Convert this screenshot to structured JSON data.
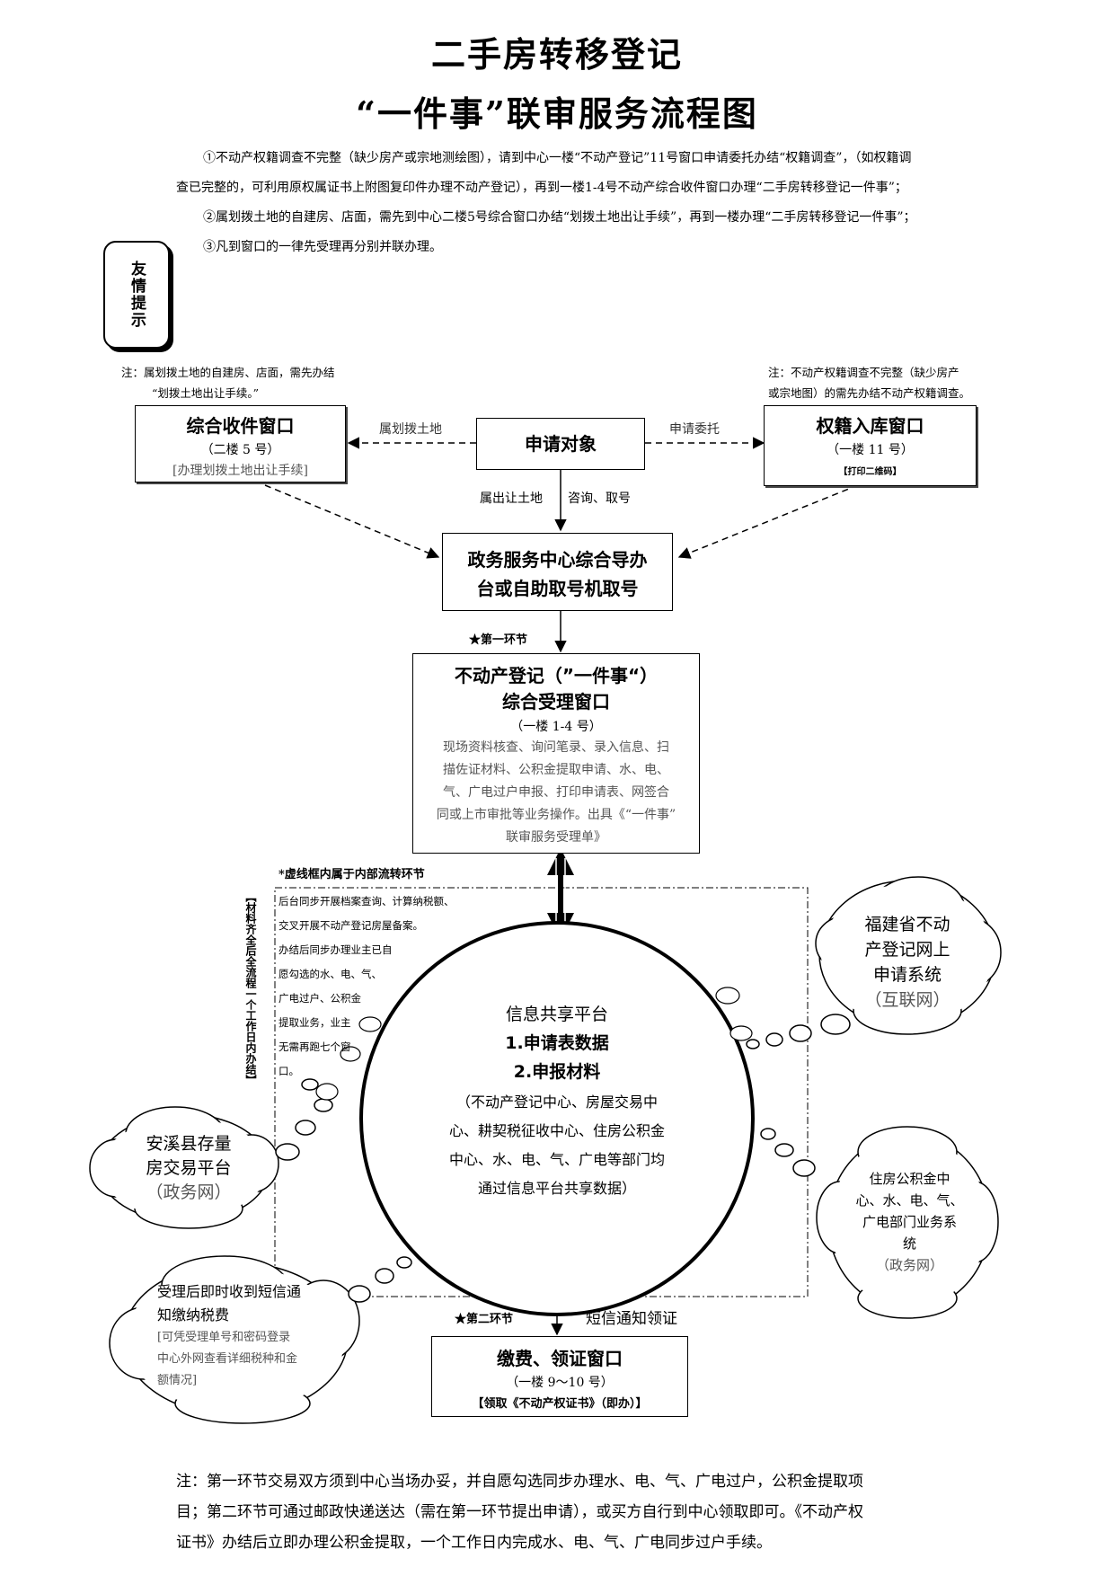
{
  "header": {
    "title_line1": "二手房转移登记",
    "title_line2": "“一件事”联审服务流程图"
  },
  "tips": {
    "line1": "①不动产权籍调查不完整（缺少房产或宗地测绘图），请到中心一楼“不动产登记”11号窗口申请委托办结“权籍调查”，（如权籍调",
    "line2": "查已完整的，可利用原权属证书上附图复印件办理不动产登记），再到一楼1-4号不动产综合收件窗口办理“二手房转移登记一件事”；",
    "line3": "②属划拨土地的自建房、店面，需先到中心二楼5号综合窗口办结“划拨土地出让手续”，再到一楼办理“二手房转移登记一件事”；",
    "line4": "③凡到窗口的一律先受理再分别并联办理。",
    "reminder_label": "友情提示"
  },
  "notes": {
    "left_line1": "注：属划拨土地的自建房、店面，需先办结",
    "left_line2": "“划拨土地出让手续。”",
    "right_line1": "注：不动产权籍调查不完整（缺少房产",
    "right_line2": "或宗地图）的需先办结不动产权籍调查。"
  },
  "nodes": {
    "applicant": "申请对象",
    "left_window": {
      "title": "综合收件窗口",
      "sub": "（二楼 5 号）",
      "desc": "[办理划拨土地出让手续]"
    },
    "right_window": {
      "title": "权籍入库窗口",
      "sub": "（一楼 11 号）",
      "desc": "【打印二维码】"
    },
    "guide_desk": {
      "line1": "政务服务中心综合导办",
      "line2": "台或自助取号机取号"
    },
    "accept_window": {
      "title1": "不动产登记（”一件事“）",
      "title2": "综合受理窗口",
      "sub": "（一楼 1-4 号）",
      "desc1": "现场资料核查、询问笔录、录入信息、扫",
      "desc2": "描佐证材料、公积金提取申请、水、电、",
      "desc3": "气、广电过户申报、打印申请表、网签合",
      "desc4": "同或上市审批等业务操作。出具《“一件事”",
      "desc5": "联审服务受理单》"
    },
    "platform": {
      "title": "信息共享平台",
      "item1": "1.申请表数据",
      "item2": "2.申报材料",
      "desc1": "（不动产登记中心、房屋交易中",
      "desc2": "心、耕契税征收中心、住房公积金",
      "desc3": "中心、水、电、气、广电等部门均",
      "desc4": "通过信息平台共享数据）"
    },
    "pay_window": {
      "title": "缴费、领证窗口",
      "sub": "（一楼 9～10 号）",
      "desc": "【领取《不动产权证书》（即办）】"
    }
  },
  "edge_labels": {
    "left_arrow": "属划拨土地",
    "right_arrow": "申请委托",
    "down_left": "属出让土地",
    "down_right": "咨询、取号",
    "stage1": "★第一环节",
    "stage2": "★第二环节",
    "sms_notice": "短信通知领证"
  },
  "internal": {
    "header": "*虚线框内属于内部流转环节",
    "side_label": "【材料齐全后全流程一个工作日内办结】",
    "line1": "后台同步开展档案查询、计算纳税额、",
    "line2": "交叉开展不动产登记房屋备案。",
    "line3": "办结后同步办理业主已自",
    "line4": "愿勾选的水、电、气、",
    "line5": "广电过户、公积金",
    "line6": "提取业务，业主",
    "line7": "无需再跑七个窗",
    "line8": "口。"
  },
  "clouds": {
    "fujian": {
      "line1": "福建省不动",
      "line2": "产登记网上",
      "line3": "申请系统",
      "line4": "（互联网）"
    },
    "anxi": {
      "line1": "安溪县存量",
      "line2": "房交易平台",
      "line3": "（政务网）"
    },
    "sms": {
      "line1": "受理后即时收到短信通",
      "line2": "知缴纳税费",
      "line3": "[可凭受理单号和密码登录",
      "line4": "中心外网查看详细税种和金",
      "line5": "额情况]"
    },
    "gongjijin": {
      "line1": "住房公积金中",
      "line2": "心、水、电、气、",
      "line3": "广电部门业务系",
      "line4": "统",
      "line5": "（政务网）"
    }
  },
  "footer": {
    "line1": "注：第一环节交易双方须到中心当场办妥，并自愿勾选同步办理水、电、气、广电过户，公积金提取项",
    "line2": "目；第二环节可通过邮政快递送达（需在第一环节提出申请），或买方自行到中心领取即可。《不动产权",
    "line3": "证书》办结后立即办理公积金提取，一个工作日内完成水、电、气、广电同步过户手续。"
  }
}
